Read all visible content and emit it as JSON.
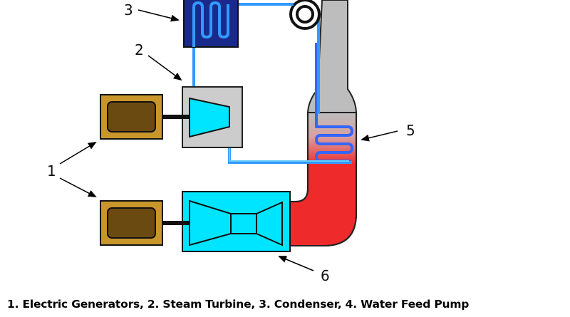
{
  "diagram": {
    "callouts": [
      "1",
      "2",
      "3",
      "5",
      "6"
    ],
    "colors": {
      "generator_housing": "#c8962a",
      "generator_core": "#6b4a12",
      "steam_turbine_casing": "#cccccc",
      "turbine": "#00e5ff",
      "condenser": "#1a2a8a",
      "pipe": "#3399ff",
      "hot_gas": "#ee2a2a",
      "stack": "#bdbdbd"
    }
  },
  "caption": {
    "text": "1.   Electric Generators, 2. Steam Turbine, 3. Condenser, 4. Water Feed Pump"
  }
}
